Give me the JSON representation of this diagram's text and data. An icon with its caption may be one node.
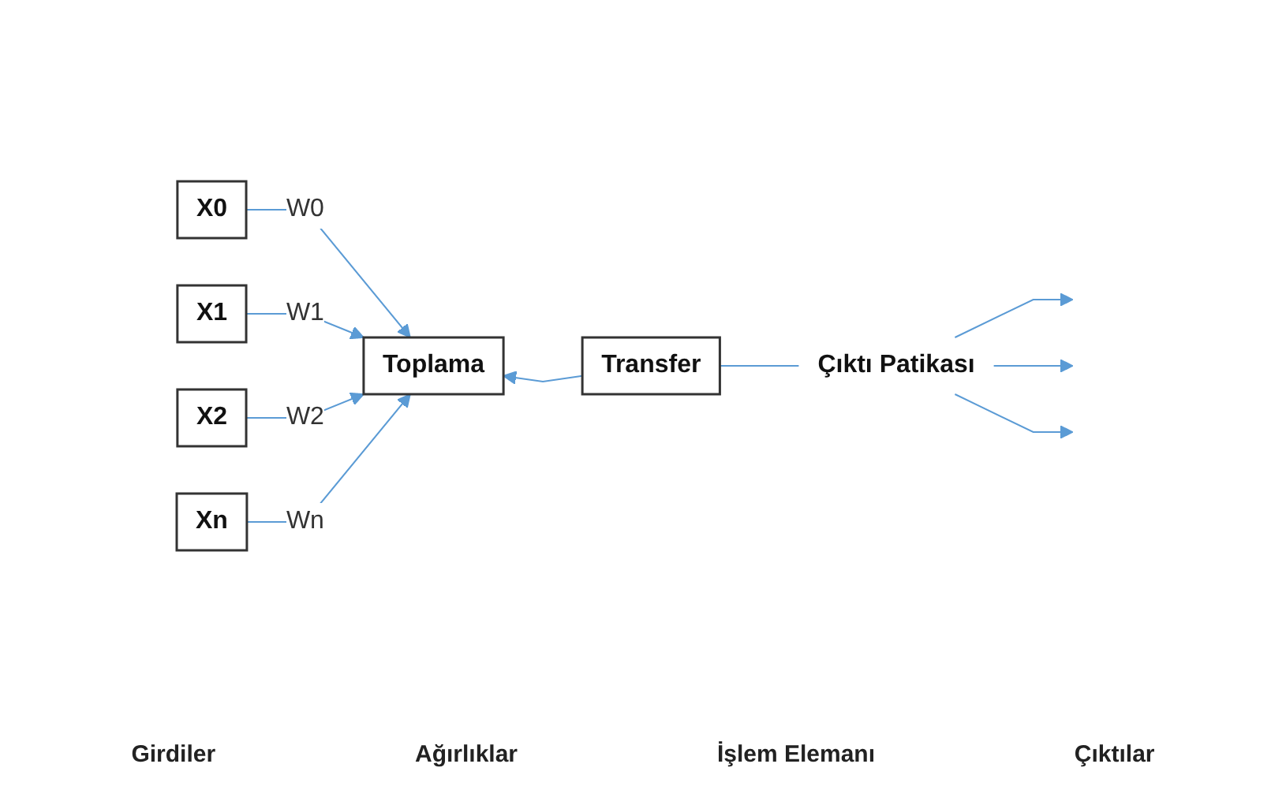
{
  "diagram": {
    "nodes": [
      {
        "text": [
          "X0"
        ]
      },
      {
        "text": [
          "X1"
        ]
      },
      {
        "text": [
          "X2"
        ]
      },
      {
        "text": [
          "Xn"
        ]
      },
      {
        "text": [
          "Toplama"
        ]
      },
      {
        "text": [
          "Transfer"
        ]
      },
      {
        "text": [
          "Çıktı Patikası"
        ]
      }
    ],
    "edges": [
      {
        "from": 0,
        "to": 4,
        "label": "W0",
        "arrow": "to"
      },
      {
        "from": 1,
        "to": 4,
        "label": "W1",
        "arrow": "to"
      },
      {
        "from": 2,
        "to": 4,
        "label": "W2",
        "arrow": "to"
      },
      {
        "from": 3,
        "to": 4,
        "label": "Wn",
        "arrow": "to"
      },
      {
        "from": 5,
        "to": 6,
        "arrow": "none"
      },
      {
        "from": 5,
        "to": 4,
        "arrow": "to"
      },
      {
        "from": 6,
        "to": null,
        "arrow": "to"
      },
      {
        "from": 6,
        "to": null,
        "arrow": "to"
      },
      {
        "from": 6,
        "to": null,
        "arrow": "to"
      }
    ],
    "labels": [
      "Girdiler",
      "Ağırlıklar",
      "İşlem Elemanı",
      "Çıktılar"
    ]
  }
}
